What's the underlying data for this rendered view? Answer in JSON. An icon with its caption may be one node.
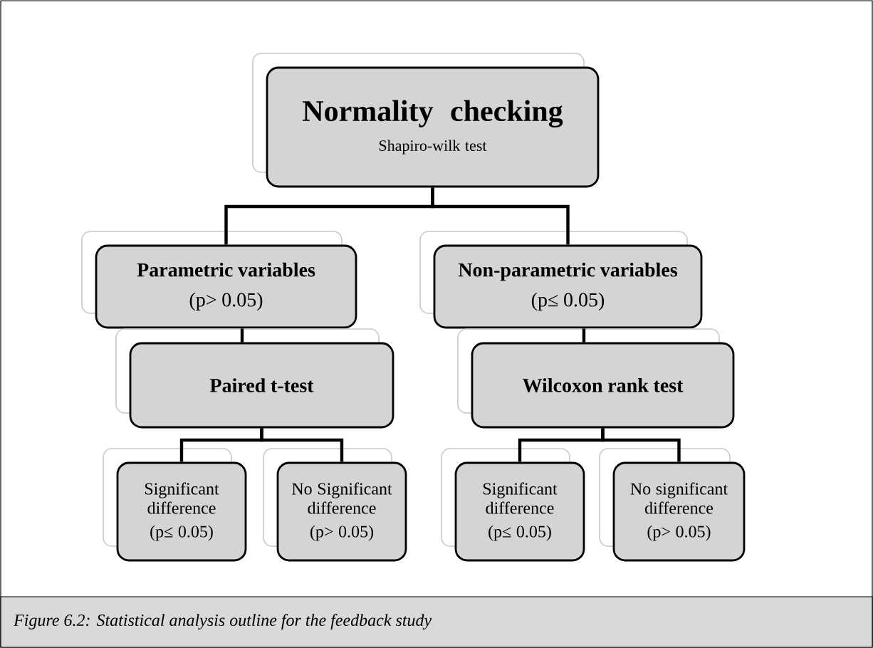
{
  "diagram": {
    "caption": "Figure 6.2: Statistical analysis outline for the feedback study",
    "nodes": [
      {
        "text": [
          "Normality checking",
          "Shapiro-wilk test"
        ]
      },
      {
        "text": [
          "Parametric variables",
          "(p> 0.05)"
        ]
      },
      {
        "text": [
          "Non-parametric variables",
          "(p≤ 0.05)"
        ]
      },
      {
        "text": [
          "Paired t-test"
        ]
      },
      {
        "text": [
          "Wilcoxon rank test"
        ]
      },
      {
        "text": [
          "Significant difference",
          "(p≤ 0.05)"
        ]
      },
      {
        "text": [
          "No Significant difference",
          "(p> 0.05)"
        ]
      },
      {
        "text": [
          "Significant difference",
          "(p≤ 0.05)"
        ]
      },
      {
        "text": [
          "No significant difference",
          "(p> 0.05)"
        ]
      }
    ],
    "edges": [
      {
        "from": 0,
        "to": 1,
        "arrow": "none"
      },
      {
        "from": 0,
        "to": 2,
        "arrow": "none"
      },
      {
        "from": 1,
        "to": 3,
        "arrow": "none"
      },
      {
        "from": 2,
        "to": 4,
        "arrow": "none"
      },
      {
        "from": 3,
        "to": 5,
        "arrow": "none"
      },
      {
        "from": 3,
        "to": 6,
        "arrow": "none"
      },
      {
        "from": 4,
        "to": 7,
        "arrow": "none"
      },
      {
        "from": 4,
        "to": 8,
        "arrow": "none"
      }
    ]
  }
}
